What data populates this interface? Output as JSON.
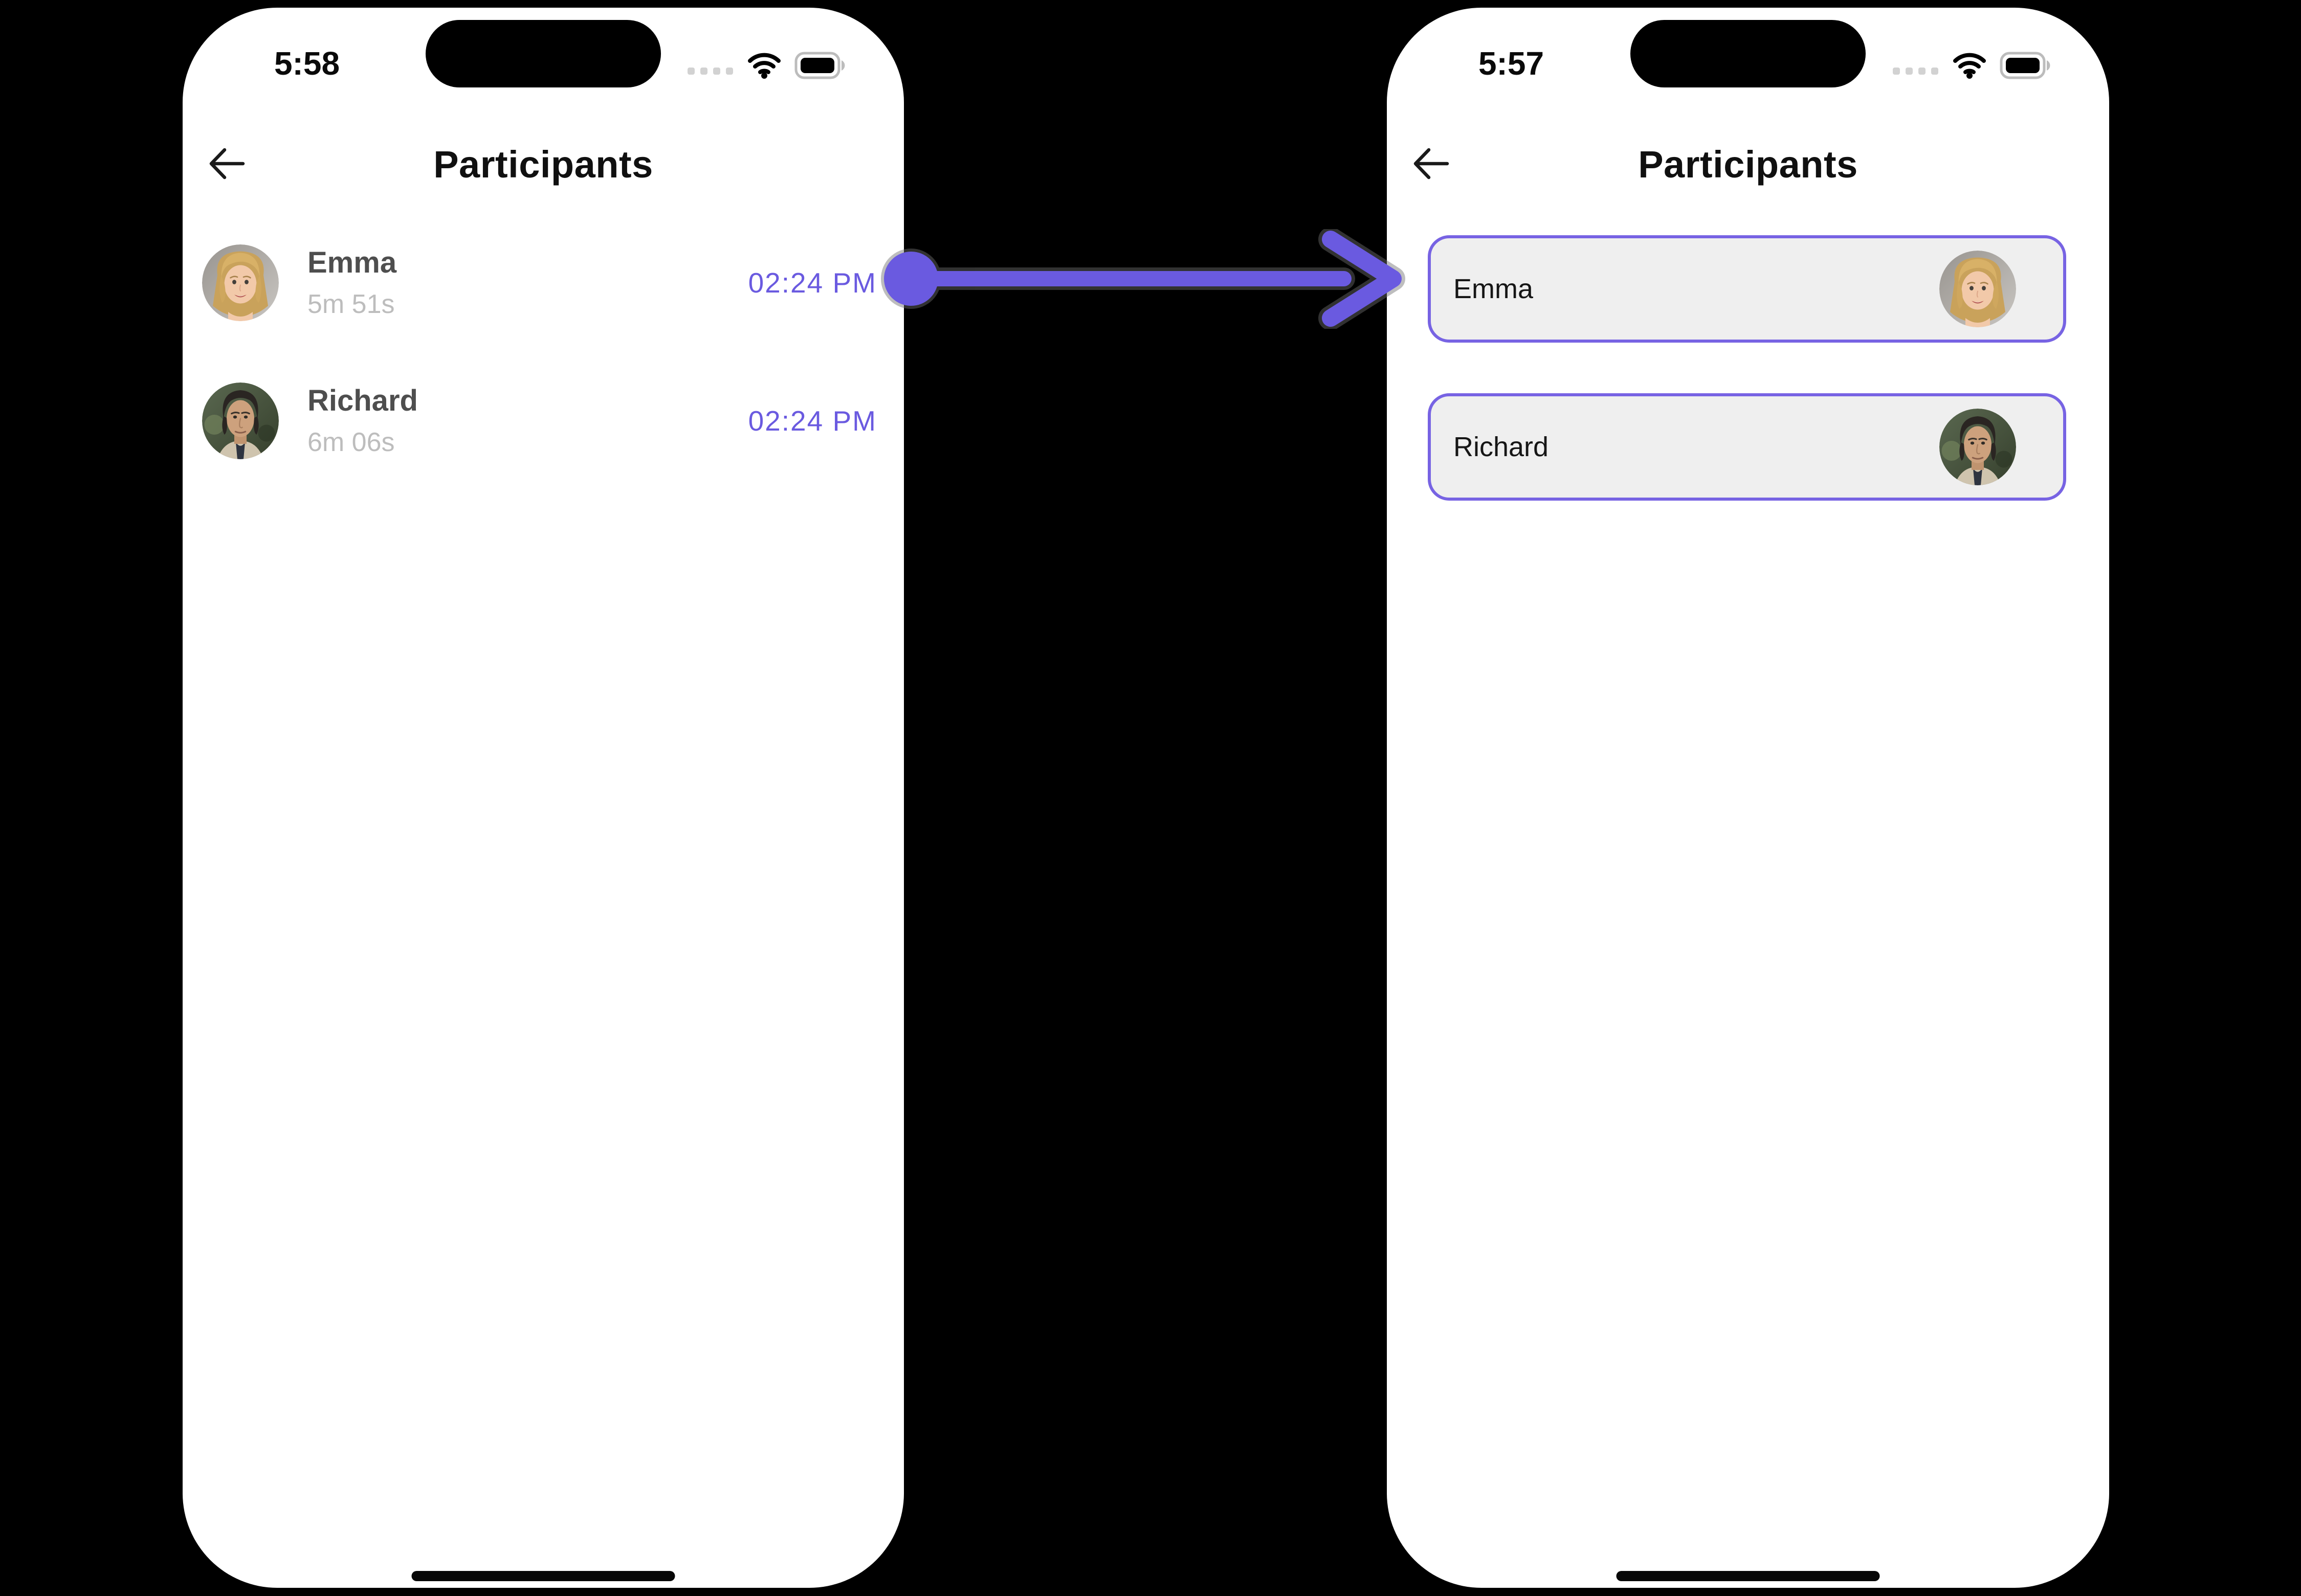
{
  "colors": {
    "page_bg": "#000000",
    "phone_bg": "#FFFFFF",
    "accent_purple": "#6A5AE0",
    "card_border_purple": "#7763E3",
    "card_bg": "#EFEFEF",
    "name_gray": "#4E4E4E",
    "duration_gray": "#BDBDBD",
    "title_black": "#101010"
  },
  "left_phone": {
    "status_bar": {
      "time": "5:58",
      "icons": [
        "cellular-dots",
        "wifi",
        "battery-full"
      ]
    },
    "header": {
      "back_icon": "arrow-left",
      "title": "Participants"
    },
    "participants": [
      {
        "name": "Emma",
        "duration": "5m 51s",
        "joined_time": "02:24 PM",
        "avatar": "emma-photo"
      },
      {
        "name": "Richard",
        "duration": "6m 06s",
        "joined_time": "02:24 PM",
        "avatar": "richard-photo"
      }
    ]
  },
  "right_phone": {
    "status_bar": {
      "time": "5:57",
      "icons": [
        "cellular-dots",
        "wifi",
        "battery-full"
      ]
    },
    "header": {
      "back_icon": "arrow-left",
      "title": "Participants"
    },
    "participants": [
      {
        "name": "Emma",
        "avatar": "emma-photo"
      },
      {
        "name": "Richard",
        "avatar": "richard-photo"
      }
    ]
  },
  "annotation_arrow": {
    "direction": "left-to-right",
    "color": "#6A5AE0"
  }
}
